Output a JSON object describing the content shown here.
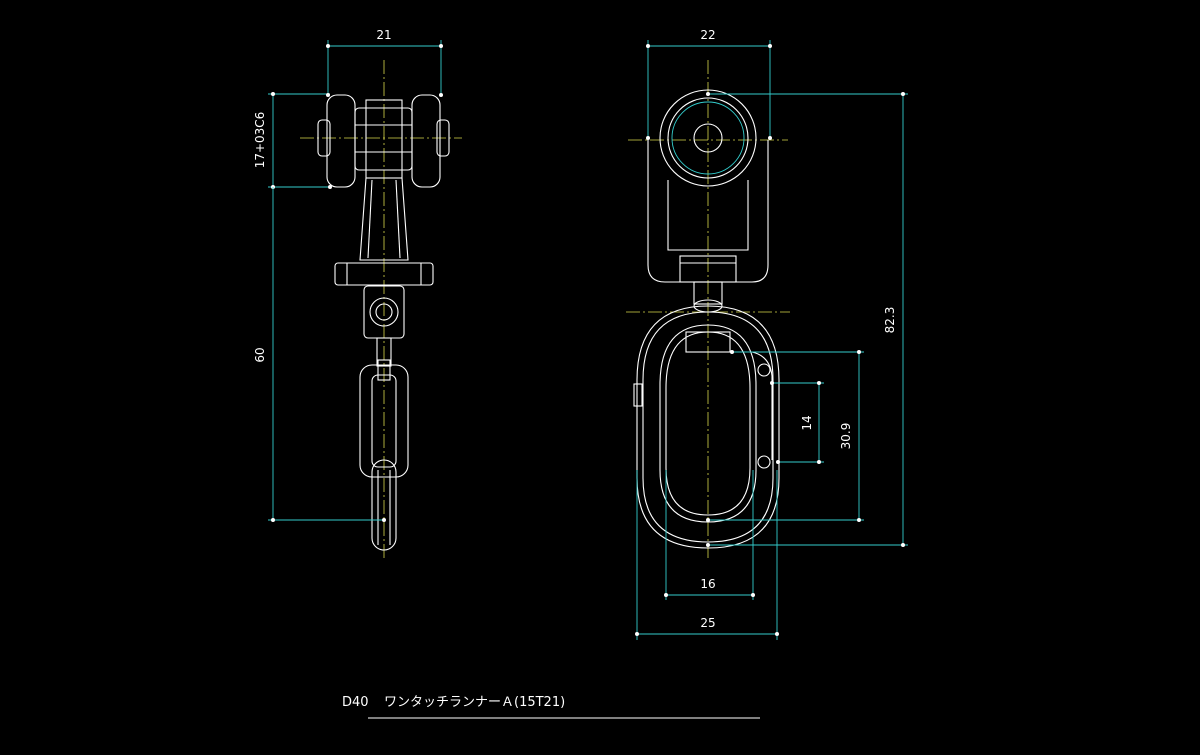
{
  "drawing": {
    "dimensions": {
      "side_width": "21",
      "side_wheel_dia": "17+03C6",
      "side_height": "60",
      "front_width": "22",
      "front_total_height": "82.3",
      "front_hook_height": "30.9",
      "front_gate": "14",
      "front_inner_width": "16",
      "front_outer_width": "25"
    },
    "title": {
      "code": "D40",
      "name": "ワンタッチランナーＡ(15T21)"
    }
  }
}
